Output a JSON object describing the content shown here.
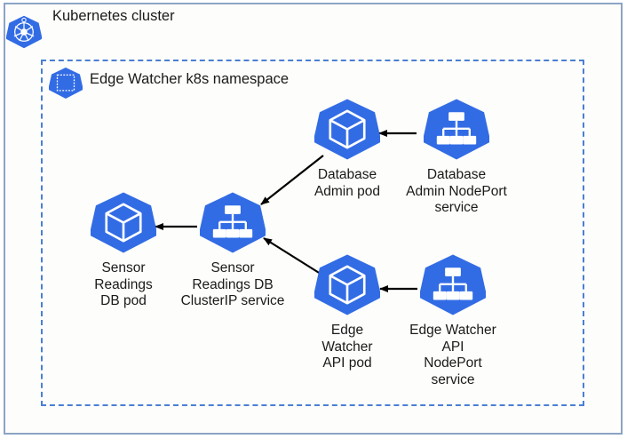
{
  "cluster": {
    "title": "Kubernetes cluster",
    "icon": "kubernetes-helm-wheel-icon",
    "border_color": "#8ba4c4"
  },
  "namespace": {
    "title": "Edge Watcher k8s namespace",
    "icon": "namespace-icon",
    "border_color": "#4a7fd4",
    "border_style": "dashed"
  },
  "theme": {
    "icon_blue": "#326ce5",
    "icon_blue_light": "#3d7ae8",
    "text_color": "#1a1a1a",
    "arrow_color": "#000000",
    "canvas_background": "#fdfdfb"
  },
  "nodes": [
    {
      "id": "database-admin-pod",
      "kind": "pod",
      "icon": "pod-cube-icon",
      "label": "Database\nAdmin pod"
    },
    {
      "id": "database-admin-nodeport-service",
      "kind": "service",
      "icon": "service-tree-icon",
      "label": "Database\nAdmin NodePort\nservice"
    },
    {
      "id": "sensor-readings-db-pod",
      "kind": "pod",
      "icon": "pod-cube-icon",
      "label": "Sensor\nReadings\nDB pod"
    },
    {
      "id": "sensor-readings-db-clusterip-service",
      "kind": "service",
      "icon": "service-tree-icon",
      "label": "Sensor\nReadings DB\nClusterIP service"
    },
    {
      "id": "edge-watcher-api-pod",
      "kind": "pod",
      "icon": "pod-cube-icon",
      "label": "Edge\nWatcher\nAPI pod"
    },
    {
      "id": "edge-watcher-api-nodeport-service",
      "kind": "service",
      "icon": "service-tree-icon",
      "label": "Edge Watcher\nAPI\nNodePort\nservice"
    }
  ],
  "edges": [
    {
      "id": "edge-dbadmin-service-to-pod",
      "from": "database-admin-nodeport-service",
      "to": "database-admin-pod"
    },
    {
      "id": "edge-dbadmin-pod-to-sensor-service",
      "from": "database-admin-pod",
      "to": "sensor-readings-db-clusterip-service"
    },
    {
      "id": "edge-sensor-service-to-sensor-pod",
      "from": "sensor-readings-db-clusterip-service",
      "to": "sensor-readings-db-pod"
    },
    {
      "id": "edge-api-pod-to-sensor-service",
      "from": "edge-watcher-api-pod",
      "to": "sensor-readings-db-clusterip-service"
    },
    {
      "id": "edge-api-service-to-api-pod",
      "from": "edge-watcher-api-nodeport-service",
      "to": "edge-watcher-api-pod"
    }
  ]
}
